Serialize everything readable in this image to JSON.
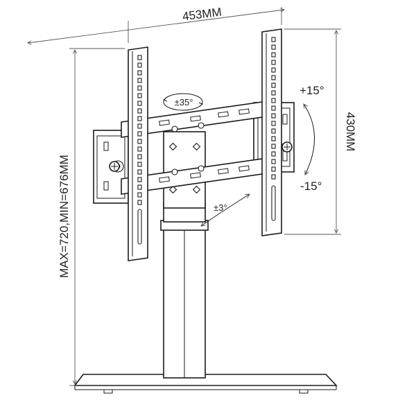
{
  "dimensions": {
    "width_label": "453MM",
    "height_label": "430MM",
    "total_height_label": "MAX=720,MIN=676MM"
  },
  "angles": {
    "swivel_label": "±35°",
    "tilt_up_label": "+15°",
    "tilt_down_label": "-15°",
    "level_label": "±3°"
  },
  "colors": {
    "line": "#1a1a1a",
    "dimension_line": "#555555",
    "background": "#ffffff"
  }
}
